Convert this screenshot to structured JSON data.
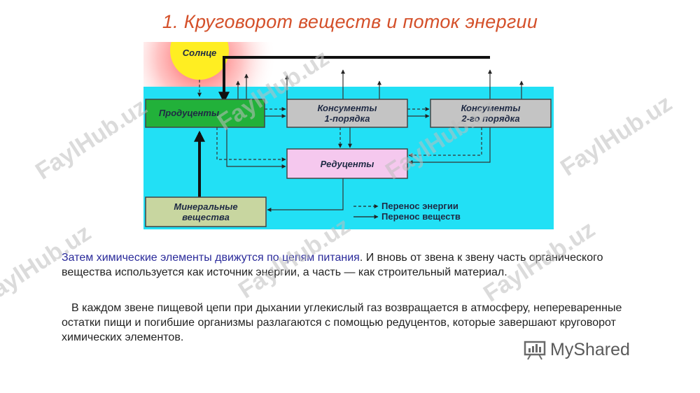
{
  "title": "1. Круговорот веществ и поток энергии",
  "diagram": {
    "sun": "Солнце",
    "producers": "Продуценты",
    "consumers1": [
      "Консументы",
      "1-порядка"
    ],
    "consumers2": [
      "Консументы",
      "2-го порядка"
    ],
    "reducers": "Редуценты",
    "minerals": [
      "Минеральные",
      "вещества"
    ],
    "legend_energy": "Перенос энергии",
    "legend_matter": "Перенос веществ",
    "colors": {
      "water": "#22e0f5",
      "producers": "#22b13a",
      "consumers": "#c4c4c4",
      "reducers": "#f5c8ee",
      "minerals": "#c8d6a0",
      "sun": "#ffee22"
    }
  },
  "text": {
    "p1_highlight": "Затем химические элементы движутся по цепям питания",
    "p1_rest": ". И вновь от звена к звену часть органического вещества используется как источник энергии, а часть — как строительный материал.",
    "p2": "В каждом звене пищевой цепи при дыхании углекислый газ возвращается в атмосферу, непереваренные остатки пищи и погибшие организмы разлагаются с помощью редуцентов, которые завершают круговорот химических элементов."
  },
  "watermark": "FaylHub.uz",
  "brand": "MyShared"
}
